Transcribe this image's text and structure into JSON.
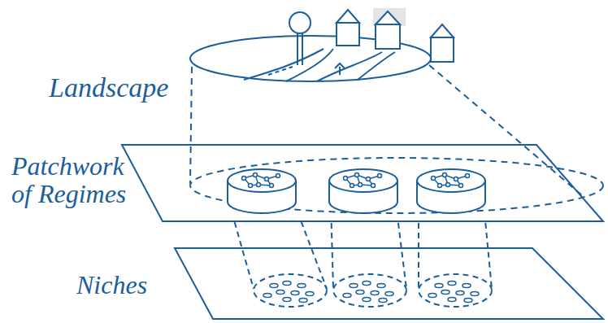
{
  "diagram": {
    "labels": [
      "Landscape",
      "Patchwork of Regimes",
      "Niches"
    ]
  }
}
